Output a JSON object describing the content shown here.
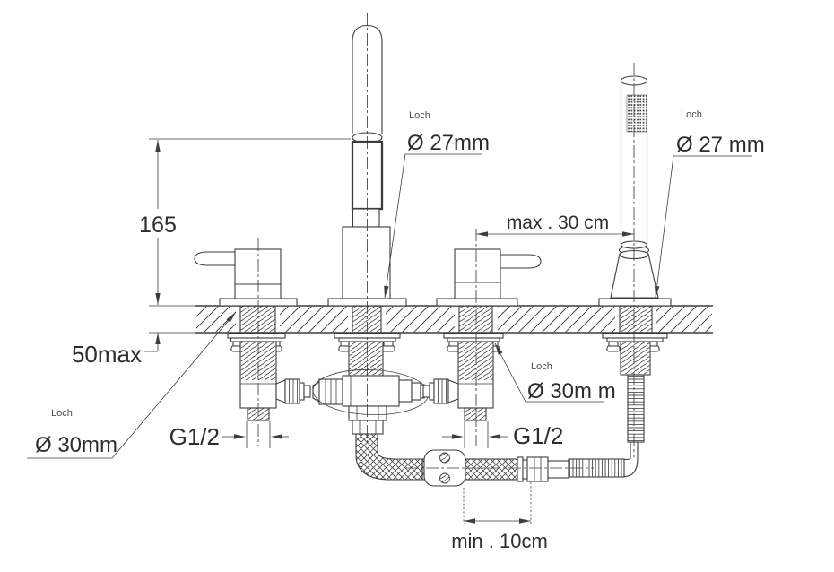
{
  "diagram": {
    "dim_165": "165",
    "dim_50max": "50max",
    "dim_max_30cm": "max . 30 cm",
    "dim_min_10cm": "min . 10cm",
    "dim_g12_left": "G1/2",
    "dim_g12_right": "G1/2",
    "labels": {
      "left_hole": {
        "caption": "Loch",
        "value": "Ø 30mm"
      },
      "spout_hole": {
        "caption": "Loch",
        "value": "Ø 27mm"
      },
      "right_hole": {
        "caption": "Loch",
        "value": "Ø 30m m"
      },
      "shower_hole": {
        "caption": "Loch",
        "value": "Ø 27 mm"
      }
    },
    "colors": {
      "line": "#3d3d3d",
      "text": "#2d2d2d",
      "caption": "#4a4a4a"
    }
  }
}
